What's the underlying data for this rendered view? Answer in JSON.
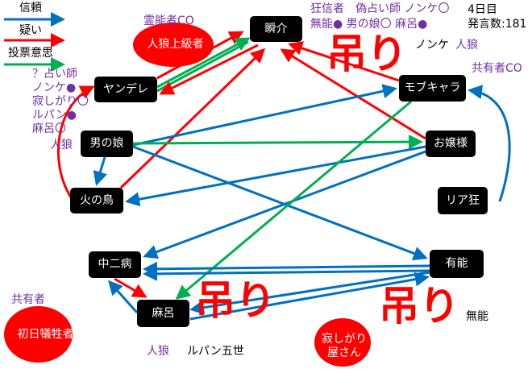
{
  "legend": {
    "trust": "信頼",
    "doubt": "疑い",
    "vote": "投票意思"
  },
  "colors": {
    "trust": "#0070c0",
    "doubt": "#ff0000",
    "vote": "#00b050",
    "note": "#7030a0"
  },
  "status": {
    "day": "4日目",
    "posts": "発言数:181"
  },
  "nodes": {
    "shunsuke": "瞬介",
    "jinro_jokyu": "人狼上級者",
    "yandere": "ヤンデレ",
    "otokonoko": "男の娘",
    "hinotori": "火の鳥",
    "mobkyara": "モブキャラ",
    "ojousama": "お嬢様",
    "riakyo": "リア狂",
    "chunibyo": "中二病",
    "yuno": "有能",
    "maro": "麻呂",
    "shonichi": "初日犠牲者",
    "sabishigari": "寂しがり屋さん"
  },
  "notes": {
    "reinou_co": "霊能者CO",
    "kyoshin1": "狂信者　偽占い師 ノンケ〇",
    "kyoshin2": "無能● 男の娘〇 麻呂●",
    "nonke_jinro": "ノンケ",
    "jinro1": "人狼",
    "kyoyu_co": "共有者CO",
    "uranai": [
      "？占い師",
      "ノンケ●",
      "寂しがり〇",
      "ルパン●",
      "麻呂〇"
    ],
    "jinro2": "人狼",
    "kyoyu": "共有者",
    "jinro3": "人狼",
    "lupin": "ルパン五世",
    "muno": "無能"
  },
  "hang_label": "吊り"
}
